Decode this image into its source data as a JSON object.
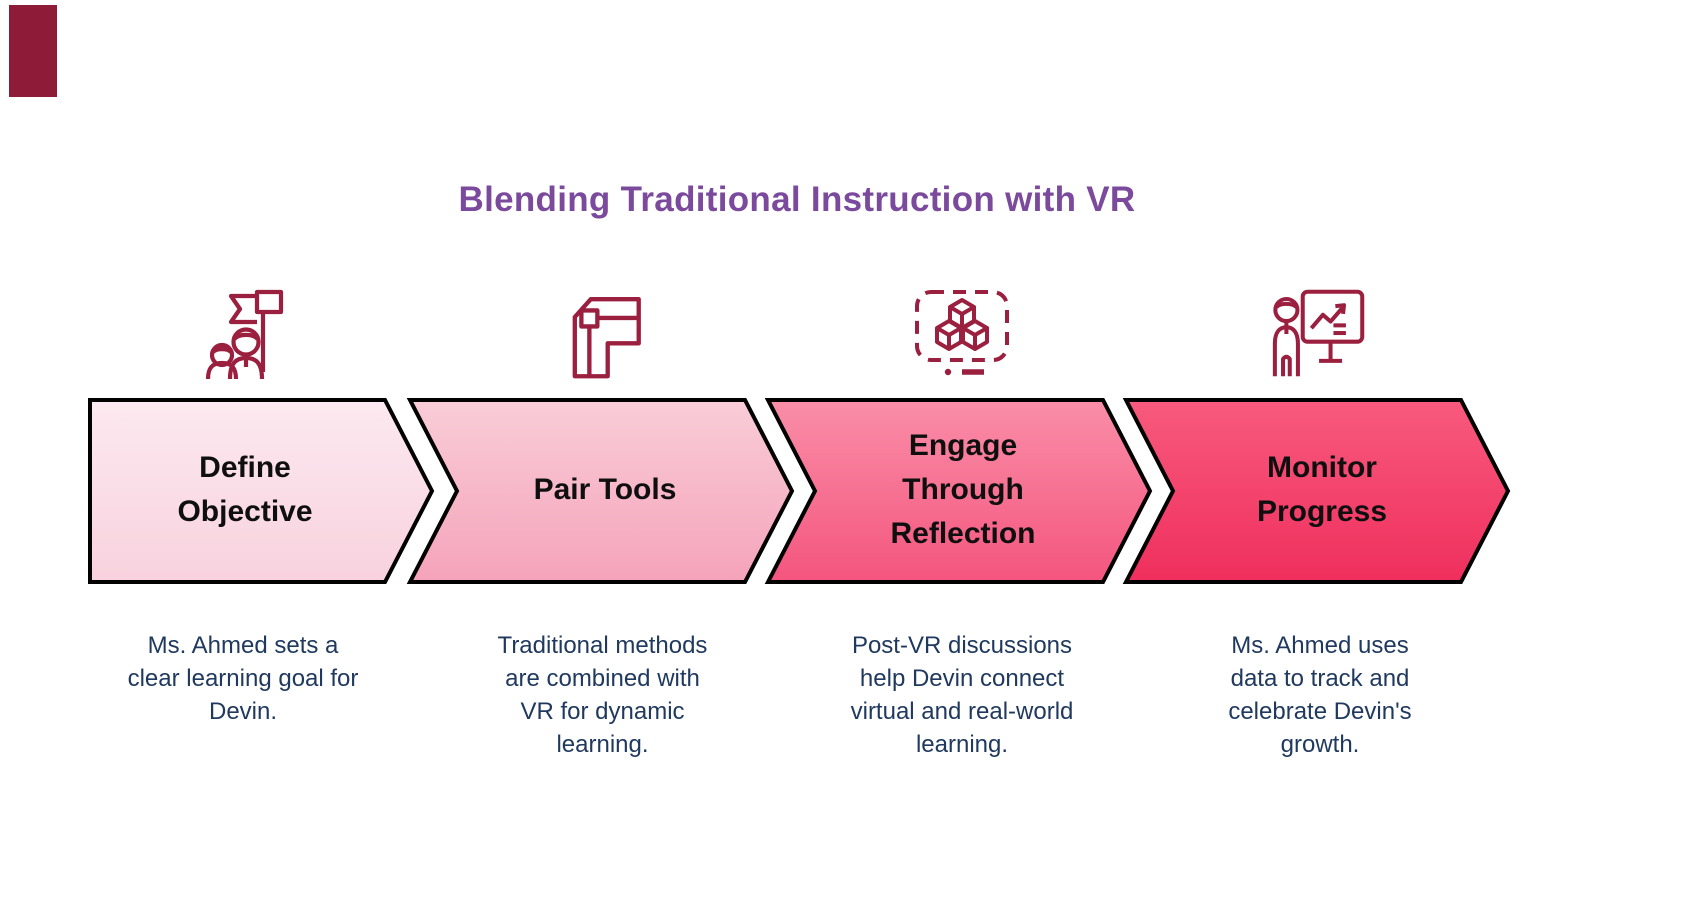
{
  "title": {
    "text": "Blending Traditional Instruction with VR",
    "color": "#7b4a9c"
  },
  "colors": {
    "background": "#ffffff",
    "icon_stroke": "#9b1f3e",
    "label_text": "#0f0f0f",
    "description_text": "#20395e",
    "chevron_border": "#000000",
    "corner_marker": "#8e1b38"
  },
  "steps": [
    {
      "label": "Define Objective",
      "description": "Ms. Ahmed sets a clear learning goal for Devin.",
      "icon": "team-flag-icon",
      "fill_top": "#fce9f0",
      "fill_bottom": "#f8d2de"
    },
    {
      "label": "Pair Tools",
      "description": "Traditional methods are combined with VR for dynamic learning.",
      "icon": "corner-duct-icon",
      "fill_top": "#f9cdd8",
      "fill_bottom": "#f5a3bb"
    },
    {
      "label": "Engage Through Reflection",
      "description": "Post-VR discussions help Devin connect virtual and real-world learning.",
      "icon": "vr-cubes-icon",
      "fill_top": "#f98ea8",
      "fill_bottom": "#f4557e"
    },
    {
      "label": "Monitor Progress",
      "description": "Ms. Ahmed uses data to track and celebrate Devin's growth.",
      "icon": "presenter-chart-icon",
      "fill_top": "#f85a7e",
      "fill_bottom": "#ef2f5d"
    }
  ]
}
